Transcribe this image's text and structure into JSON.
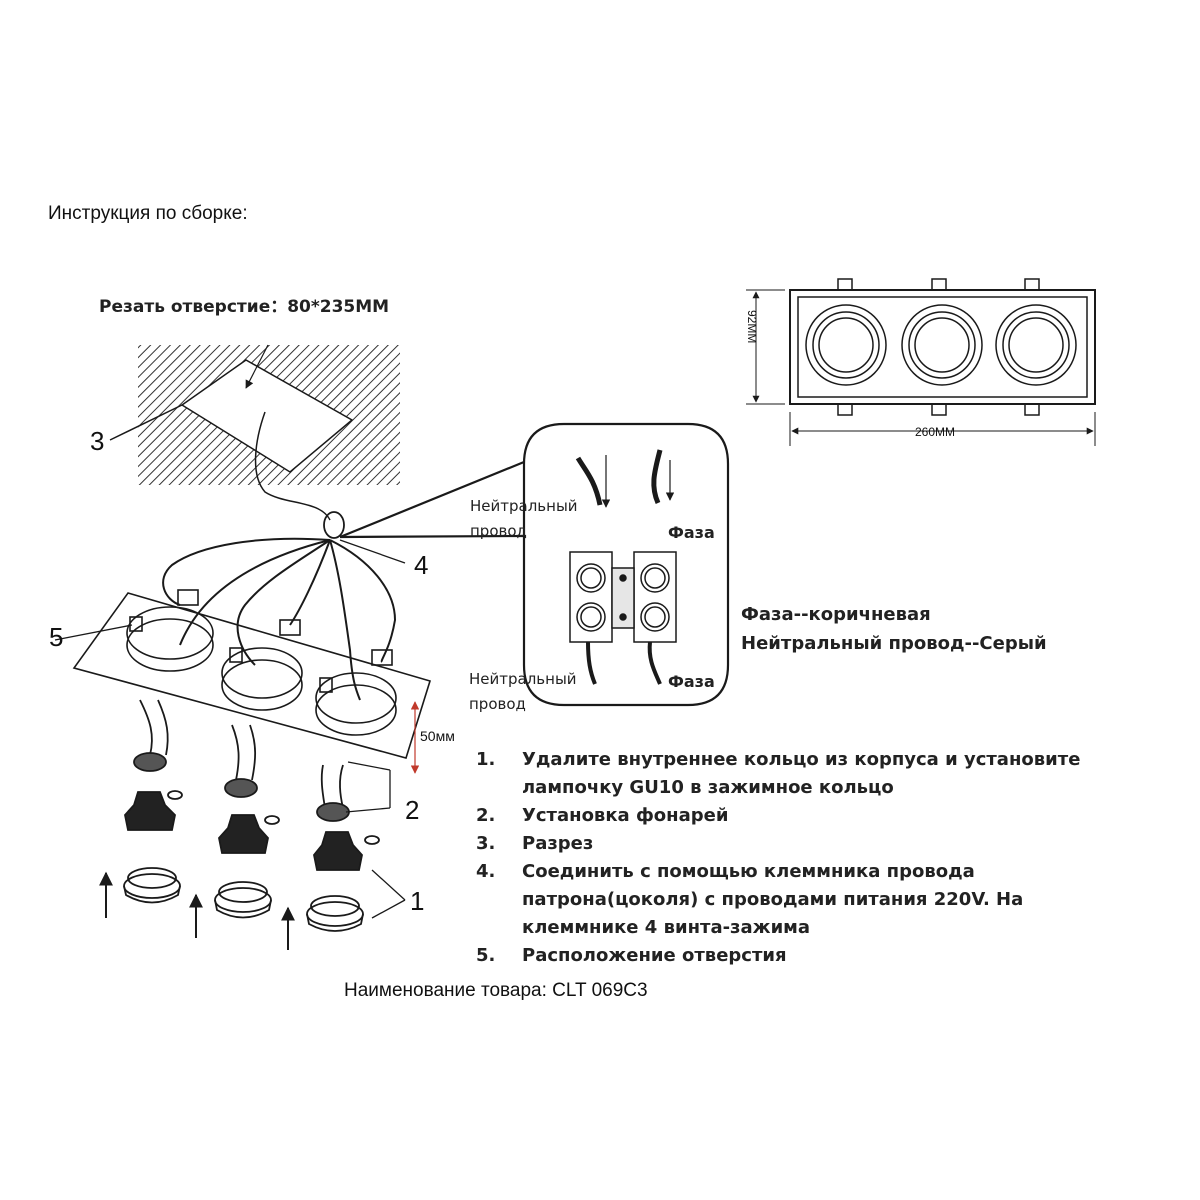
{
  "header": {
    "title": "Инструкция по сборке:"
  },
  "cutout": {
    "label": "Резать отверстие：80*235MM"
  },
  "callouts": {
    "n1": "1",
    "n2": "2",
    "n3": "3",
    "n4": "4",
    "n5": "5"
  },
  "dimensions": {
    "height": "92MM",
    "width": "260MM",
    "depth": "50мм"
  },
  "wiring": {
    "neutral_top": "Нейтральный провод",
    "phase_top": "Фаза",
    "neutral_bottom": "Нейтральный провод",
    "phase_bottom": "Фаза"
  },
  "legend": {
    "phase": "Фаза--коричневая",
    "neutral": "Нейтральный провод--Серый"
  },
  "steps": [
    {
      "num": "1.",
      "text": "Удалите внутреннее кольцо из корпуса и установите лампочку GU10 в зажимное кольцо"
    },
    {
      "num": "2.",
      "text": "Установка фонарей"
    },
    {
      "num": "3.",
      "text": "Разрез"
    },
    {
      "num": "4.",
      "text": "Соединить с помощью клеммника провода патрона(цоколя) с проводами питания 220V. На клеммнике 4 винта-зажима"
    },
    {
      "num": "5.",
      "text": "Расположение отверстия"
    }
  ],
  "product": {
    "name": "Наименование товара: CLT 069C3"
  },
  "colors": {
    "line": "#1a1a1a",
    "dimension_red": "#c0392b",
    "hatch": "#333333"
  },
  "icons": [
    "arrow-up-icon",
    "terminal-block-icon",
    "gu10-bulb-icon",
    "retaining-ring-icon"
  ]
}
